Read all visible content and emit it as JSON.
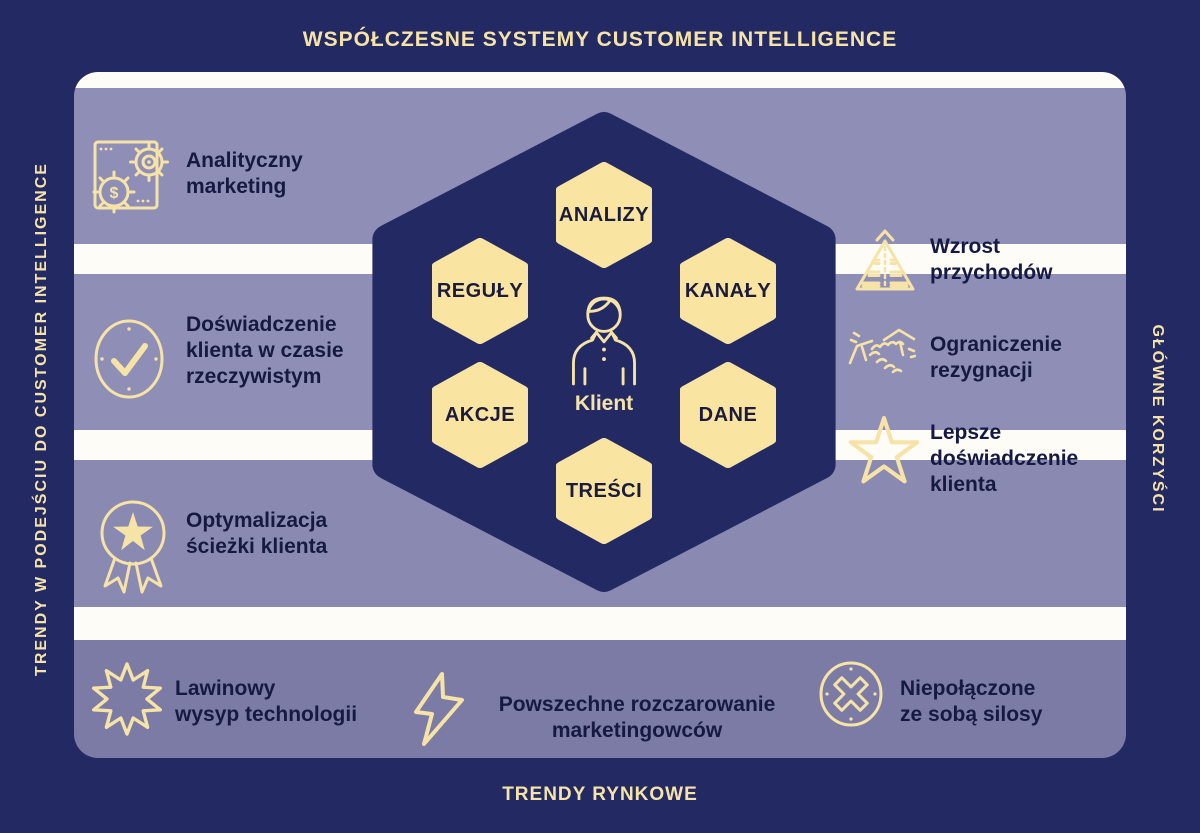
{
  "title": "WSPÓŁCZESNE SYSTEMY CUSTOMER INTELLIGENCE",
  "left_rail_label": "TRENDY W PODEJŚCIU DO CUSTOMER INTELLIGENCE",
  "right_rail_label": "GŁÓWNE KORZYŚCI",
  "footer_label": "TRENDY RYNKOWE",
  "colors": {
    "navy": "#232A63",
    "lavender": "#8F8EB6",
    "lavender_dark": "#7B7BA6",
    "cream": "#F6E3A8",
    "hex_fill": "#FAE4A2",
    "text_dark": "#161A43",
    "white": "#FDFCF6"
  },
  "hexagon": {
    "center_label": "Klient",
    "center_icon": "person-icon",
    "cells": [
      {
        "label": "ANALIZY"
      },
      {
        "label": "REGUŁY"
      },
      {
        "label": "KANAŁY"
      },
      {
        "label": "AKCJE"
      },
      {
        "label": "DANE"
      },
      {
        "label": "TREŚCI"
      }
    ]
  },
  "trends": [
    {
      "icon": "analytics-gears-icon",
      "label": "Analityczny\nmarketing"
    },
    {
      "icon": "clock-check-icon",
      "label": "Doświadczenie\nklienta w czasie\nrzeczywistym"
    },
    {
      "icon": "award-star-icon",
      "label": "Optymalizacja\nścieżki klienta"
    }
  ],
  "benefits": [
    {
      "icon": "pyramid-growth-icon",
      "label": "Wzrost\nprzychodów"
    },
    {
      "icon": "handshake-icon",
      "label": "Ograniczenie\nrezygnacji"
    },
    {
      "icon": "star-icon",
      "label": "Lepsze\ndoświadczenie\nklienta"
    }
  ],
  "market_trends": [
    {
      "icon": "burst-icon",
      "label": "Lawinowy\nwysyp technologii"
    },
    {
      "icon": "lightning-icon",
      "label": "Powszechne rozczarowanie\nmarketingowców"
    },
    {
      "icon": "circle-x-icon",
      "label": "Niepołączone\nze sobą silosy"
    }
  ]
}
